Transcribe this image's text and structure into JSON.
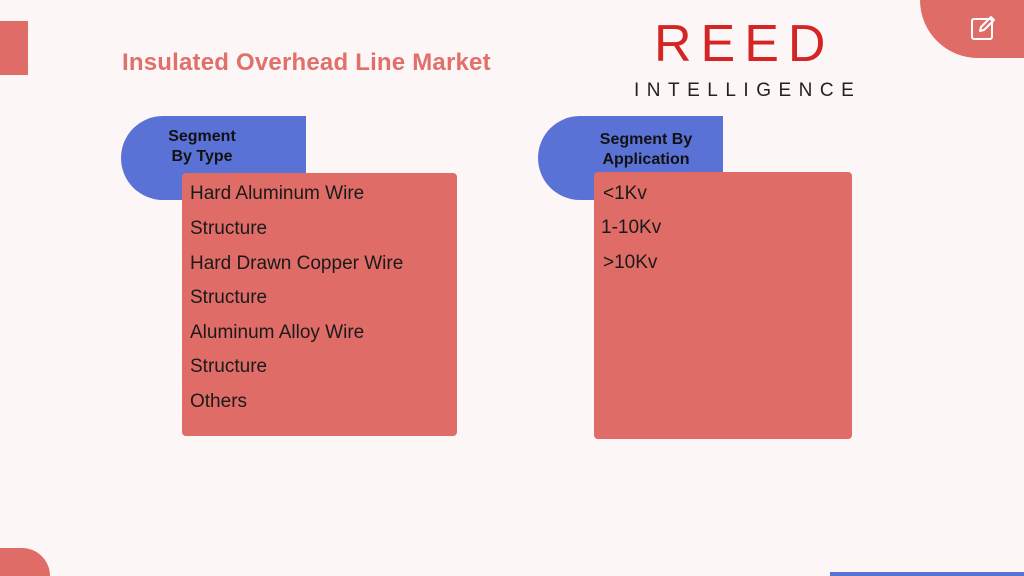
{
  "title": "Insulated Overhead Line Market",
  "logo": {
    "main": "REED",
    "sub": "INTELLIGENCE"
  },
  "segments": {
    "type": {
      "heading": "Segment\nBy Type",
      "items": [
        "Hard Aluminum Wire",
        "Structure",
        "Hard Drawn Copper Wire",
        "Structure",
        "Aluminum Alloy Wire",
        "Structure",
        "Others"
      ]
    },
    "application": {
      "heading": "Segment By\nApplication",
      "items": [
        "<1Kv",
        "1-10Kv",
        ">10Kv"
      ]
    }
  },
  "colors": {
    "accent": "#e06c67",
    "secondary": "#5a72d6",
    "logo": "#d42424",
    "background": "#fdf6f6"
  },
  "icons": {
    "corner": "edit-icon"
  }
}
